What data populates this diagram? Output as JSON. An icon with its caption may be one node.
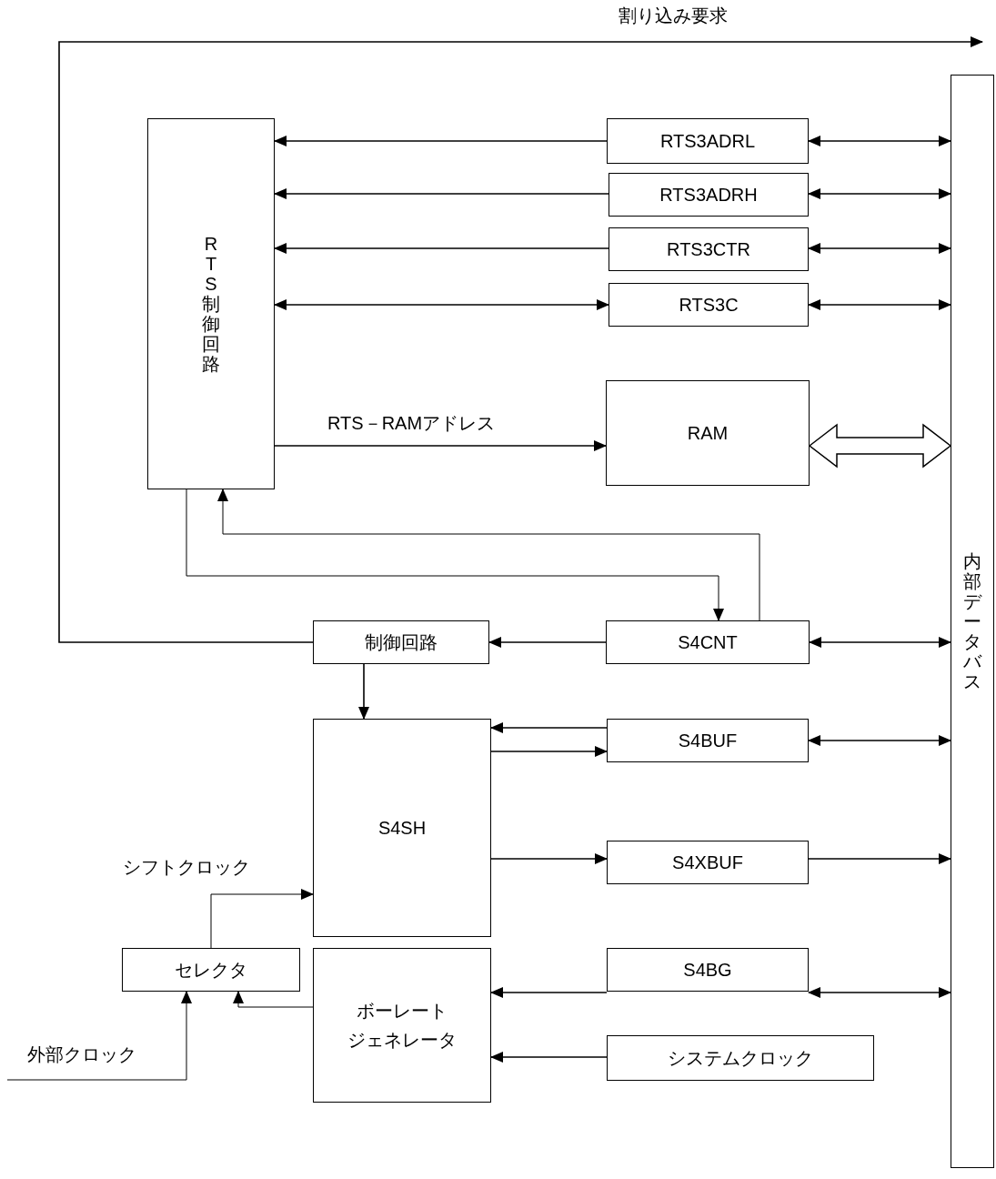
{
  "diagram": {
    "nodes": [
      {
        "text": [
          "RTS制御回路"
        ]
      },
      {
        "text": [
          "RTS3ADRL"
        ]
      },
      {
        "text": [
          "RTS3ADRH"
        ]
      },
      {
        "text": [
          "RTS3CTR"
        ]
      },
      {
        "text": [
          "RTS3C"
        ]
      },
      {
        "text": [
          "RAM"
        ]
      },
      {
        "text": [
          "内部データバス"
        ]
      },
      {
        "text": [
          "制御回路"
        ]
      },
      {
        "text": [
          "S4CNT"
        ]
      },
      {
        "text": [
          "S4SH"
        ]
      },
      {
        "text": [
          "S4BUF"
        ]
      },
      {
        "text": [
          "S4XBUF"
        ]
      },
      {
        "text": [
          "セレクタ"
        ]
      },
      {
        "text": [
          "ボーレート",
          "ジェネレータ"
        ]
      },
      {
        "text": [
          "システムクロック"
        ]
      },
      {
        "text": [
          "S4BG"
        ]
      }
    ],
    "edges": [
      {
        "from": 1,
        "to": 0,
        "arrow": "to"
      },
      {
        "from": 1,
        "to": 6,
        "arrow": "both"
      },
      {
        "from": 2,
        "to": 0,
        "arrow": "to"
      },
      {
        "from": 2,
        "to": 6,
        "arrow": "both"
      },
      {
        "from": 3,
        "to": 0,
        "arrow": "to"
      },
      {
        "from": 3,
        "to": 6,
        "arrow": "both"
      },
      {
        "from": 0,
        "to": 4,
        "arrow": "both"
      },
      {
        "from": 4,
        "to": 6,
        "arrow": "both"
      },
      {
        "from": 0,
        "to": 5,
        "arrow": "to",
        "label": "RTS－RAMアドレス"
      },
      {
        "from": 5,
        "to": 6,
        "arrow": "both",
        "style": "thick"
      },
      {
        "from": 0,
        "to": 8,
        "arrow": "to"
      },
      {
        "from": 8,
        "to": 0,
        "arrow": "to"
      },
      {
        "from": 8,
        "to": 7,
        "arrow": "to"
      },
      {
        "from": 8,
        "to": 6,
        "arrow": "both"
      },
      {
        "from": 7,
        "to": null,
        "arrow": "to",
        "label": "割り込み要求"
      },
      {
        "from": 7,
        "to": 9,
        "arrow": "to"
      },
      {
        "from": 10,
        "to": 9,
        "arrow": "to"
      },
      {
        "from": 9,
        "to": 10,
        "arrow": "to"
      },
      {
        "from": 10,
        "to": 6,
        "arrow": "both"
      },
      {
        "from": 9,
        "to": 11,
        "arrow": "to"
      },
      {
        "from": 11,
        "to": 6,
        "arrow": "to"
      },
      {
        "from": 12,
        "to": 9,
        "arrow": "to",
        "label": "シフトクロック"
      },
      {
        "from": null,
        "to": 12,
        "arrow": "to",
        "label": "外部クロック"
      },
      {
        "from": 13,
        "to": 12,
        "arrow": "to"
      },
      {
        "from": 15,
        "to": 13,
        "arrow": "to"
      },
      {
        "from": 15,
        "to": 6,
        "arrow": "both"
      },
      {
        "from": 14,
        "to": 13,
        "arrow": "to"
      }
    ]
  }
}
